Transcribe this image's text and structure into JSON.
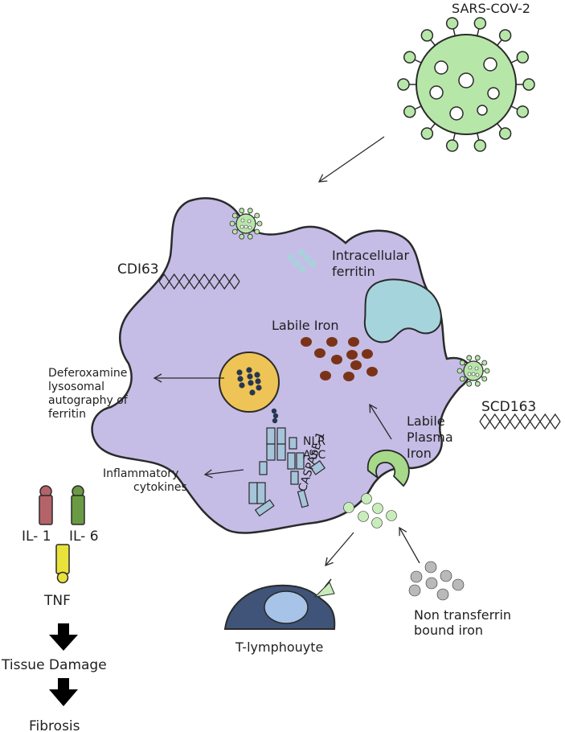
{
  "virus_label": "SARS-COV-2",
  "cd163_label": "CDI63",
  "scd163_label": "SCD163",
  "intracellular_ferritin": [
    "Intracellular",
    "ferritin"
  ],
  "labile_iron": "Labile Iron",
  "deferoxamine_text": [
    "Deferoxamine",
    "lysosomal",
    "autography of",
    "ferritin"
  ],
  "inflammatory_text": [
    "Inflammatory",
    "cytokines"
  ],
  "nlr": "NLR",
  "asc": "ASC",
  "caspase": "CASPASE-1",
  "labile_plasma_iron": [
    "Labile",
    "Plasma",
    "Iron"
  ],
  "il1": "IL- 1",
  "il6": "IL- 6",
  "tnf": "TNF",
  "tissue_damage": "Tissue Damage",
  "fibrosis": "Fibrosis",
  "t_lymphocyte": "T-lymphouyte",
  "non_transferrin": [
    "Non transferrin",
    "bound iron"
  ],
  "colors": {
    "cell": "#c5bde6",
    "virus": "#b7e7a8",
    "ferritin_vacuole": "#a6d4dc",
    "lysosome": "#efc456",
    "iron": "#7b3318",
    "tcell": "#3f5478",
    "il1": "#b46468",
    "il6": "#6b9a44",
    "tnf": "#e9e23a"
  }
}
